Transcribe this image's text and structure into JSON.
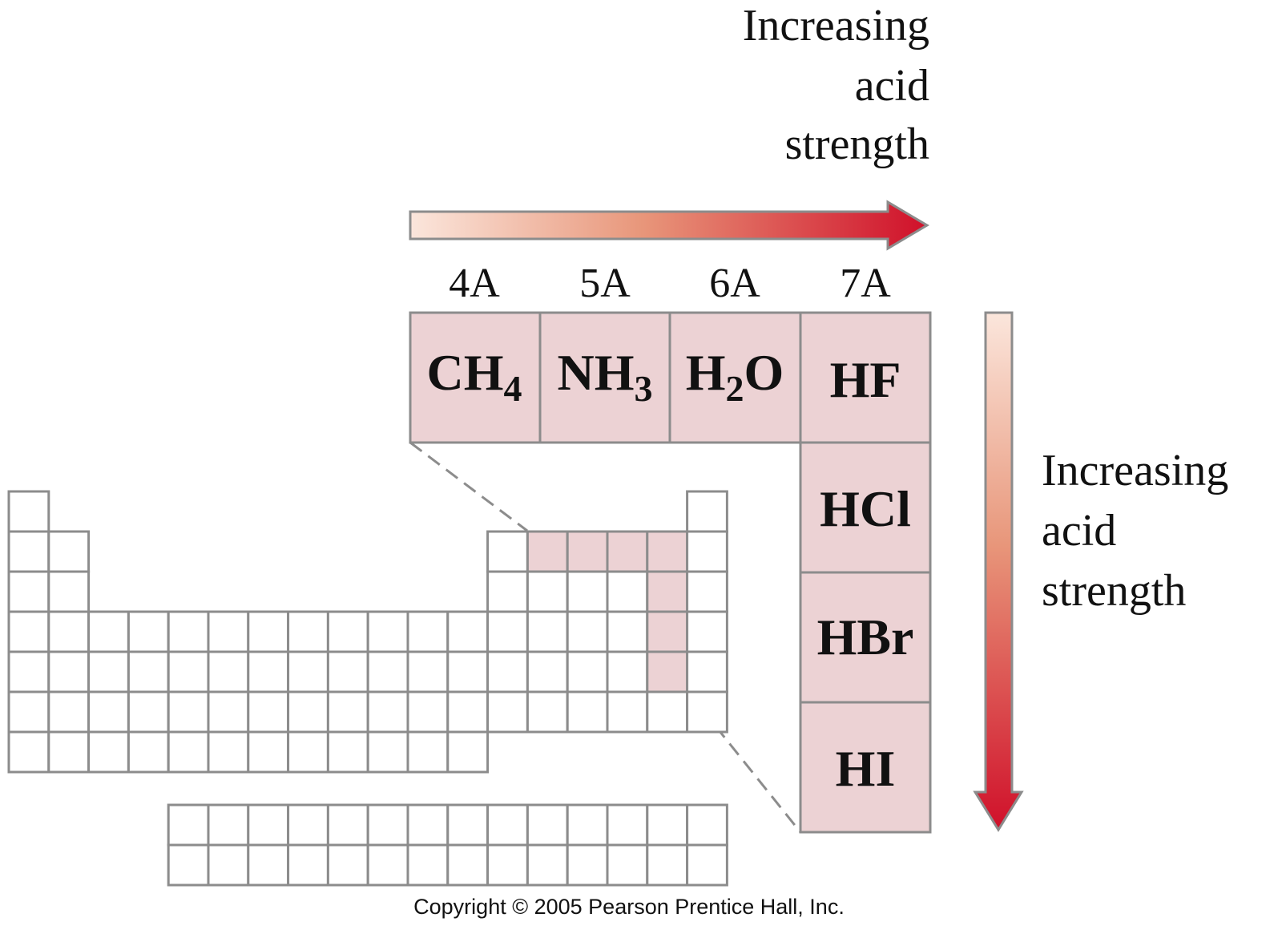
{
  "horizontal_label": {
    "lines": [
      "Increasing",
      "acid",
      "strength"
    ]
  },
  "vertical_label": {
    "lines": [
      "Increasing",
      "acid",
      "strength"
    ]
  },
  "groups": [
    "4A",
    "5A",
    "6A",
    "7A"
  ],
  "row_compounds": [
    {
      "element": "C",
      "count": "4"
    },
    {
      "element": "N",
      "count": "3"
    },
    {
      "element": "O",
      "count": "2"
    },
    {
      "element": "F",
      "count": ""
    }
  ],
  "column_compounds": [
    "HCl",
    "HBr",
    "HI"
  ],
  "colors": {
    "highlight_fill": "#ecd2d4",
    "grid_stroke": "#8c8c8c",
    "arrow_start": "#fbe6dc",
    "arrow_mid": "#e8967a",
    "arrow_end": "#d0102a",
    "text": "#111111"
  },
  "copyright": "Copyright © 2005 Pearson Prentice Hall, Inc."
}
